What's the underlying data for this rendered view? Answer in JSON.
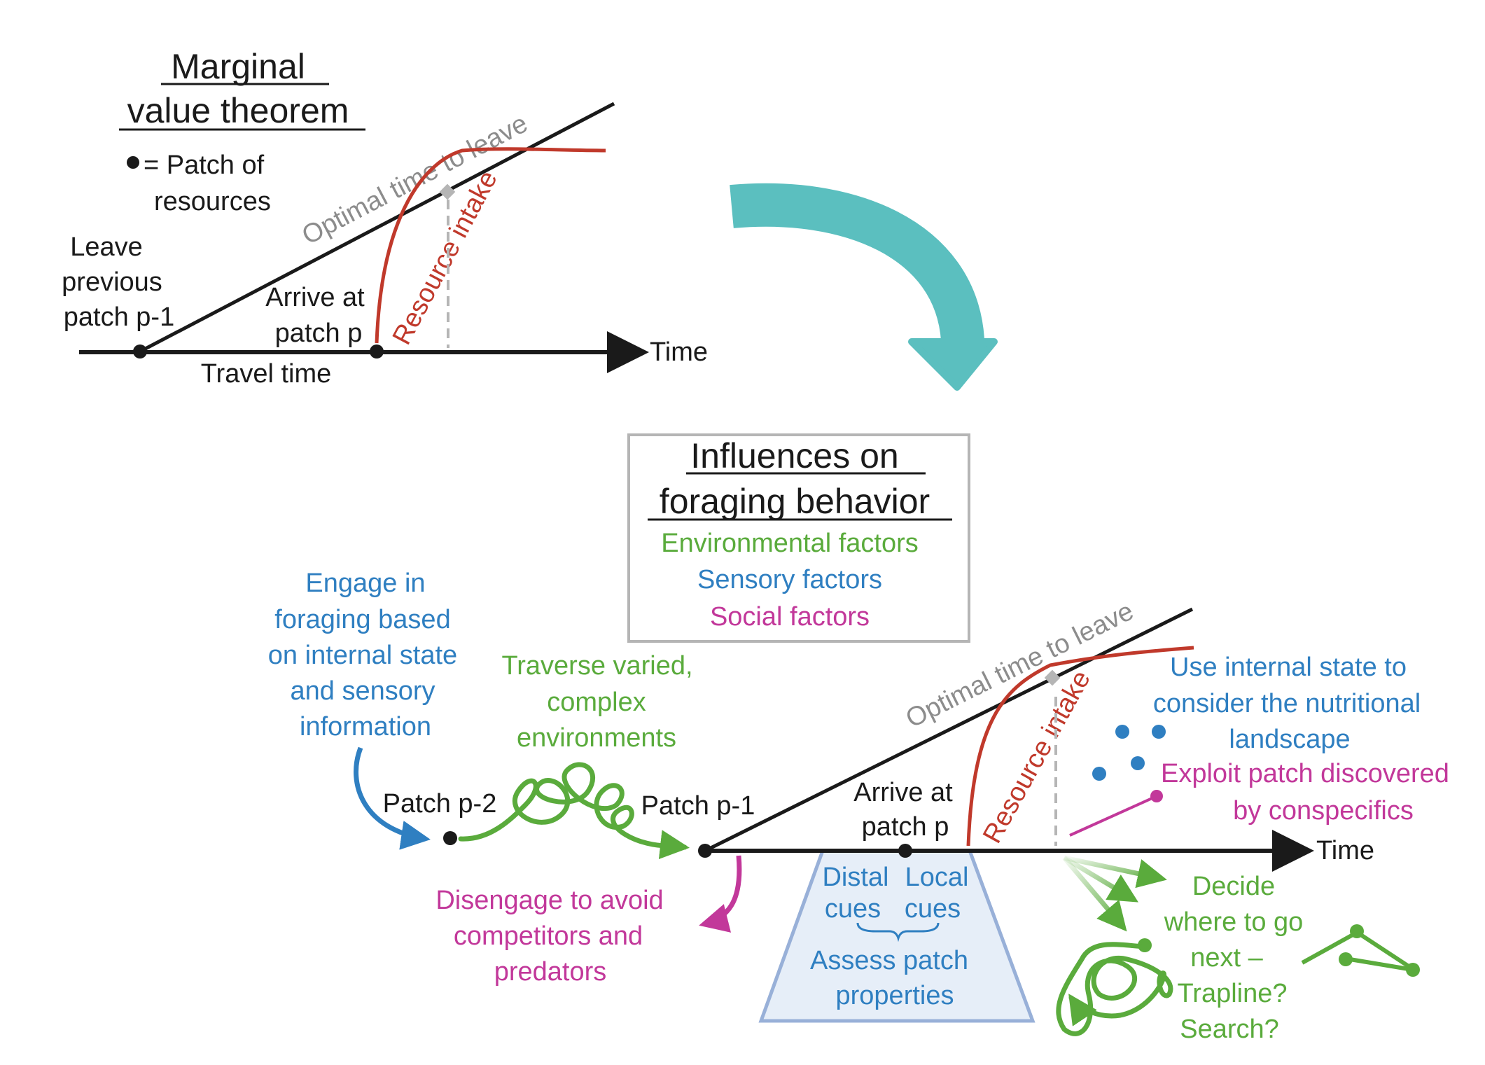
{
  "colors": {
    "black": "#1a1a1a",
    "gray": "#8c8c8c",
    "red": "#c0392b",
    "teal": "#5bbfbf",
    "green": "#5aab3c",
    "blue": "#2f7fc1",
    "magenta": "#c2389a",
    "box_border": "#b5b5b5",
    "trapezoid_fill": "#e6eef8",
    "trapezoid_stroke": "#98b0d8"
  },
  "mvt": {
    "title_line1": "Marginal",
    "title_line2": "value theorem",
    "legend_text_line1": "= Patch of",
    "legend_text_line2": "resources",
    "optimal_label": "Optimal time to leave",
    "resource_label": "Resource intake",
    "leave_line1": "Leave",
    "leave_line2": "previous",
    "leave_line3": "patch p-1",
    "arrive_line1": "Arrive at",
    "arrive_line2": "patch p",
    "travel_time": "Travel time",
    "time_label": "Time"
  },
  "influences": {
    "title_line1": "Influences on",
    "title_line2": "foraging behavior",
    "environmental": "Environmental factors",
    "sensory": "Sensory factors",
    "social": "Social factors"
  },
  "foraging": {
    "engage_lines": [
      "Engage in",
      "foraging based",
      "on internal state",
      "and sensory",
      "information"
    ],
    "patch_p2": "Patch p-2",
    "traverse_lines": [
      "Traverse varied,",
      "complex",
      "environments"
    ],
    "patch_p1": "Patch p-1",
    "disengage_lines": [
      "Disengage to avoid",
      "competitors and",
      "predators"
    ],
    "arrive_line1": "Arrive at",
    "arrive_line2": "patch p",
    "distal_line1": "Distal",
    "distal_line2": "cues",
    "local_line1": "Local",
    "local_line2": "cues",
    "assess_line1": "Assess patch",
    "assess_line2": "properties",
    "optimal_label": "Optimal time to leave",
    "resource_label": "Resource intake",
    "time_label": "Time",
    "internal_state_lines": [
      "Use internal state to",
      "consider the nutritional",
      "landscape"
    ],
    "exploit_line1": "Exploit patch discovered",
    "exploit_line2": "by conspecifics",
    "decide_lines": [
      "Decide",
      "where to go",
      "next –",
      "Trapline?",
      "Search?"
    ]
  }
}
